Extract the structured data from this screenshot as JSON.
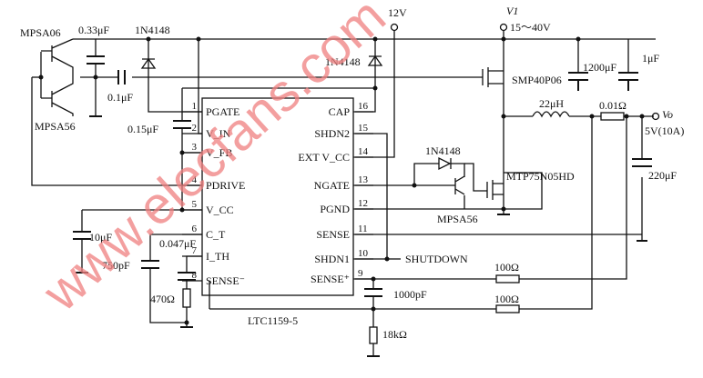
{
  "ic": {
    "name": "LTC1159-5",
    "left_pins": [
      {
        "num": "1",
        "label": "PGATE"
      },
      {
        "num": "2",
        "label": "V_IN"
      },
      {
        "num": "3",
        "label": "V_FB"
      },
      {
        "num": "4",
        "label": "PDRIVE"
      },
      {
        "num": "5",
        "label": "V_CC"
      },
      {
        "num": "6",
        "label": "C_T"
      },
      {
        "num": "7",
        "label": "I_TH"
      },
      {
        "num": "8",
        "label": "SENSE⁻"
      }
    ],
    "right_pins": [
      {
        "num": "16",
        "label": "CAP"
      },
      {
        "num": "15",
        "label": "SHDN2"
      },
      {
        "num": "14",
        "label": "EXT V_CC"
      },
      {
        "num": "13",
        "label": "NGATE"
      },
      {
        "num": "12",
        "label": "PGND"
      },
      {
        "num": "11",
        "label": "SENSE"
      },
      {
        "num": "10",
        "label": "SHDN1"
      },
      {
        "num": "9",
        "label": "SENSE⁺"
      }
    ]
  },
  "components": {
    "q1": "MPSA06",
    "q2": "MPSA56",
    "c1": "0.33μF",
    "d1": "1N4148",
    "c2": "0.1μF",
    "c3": "0.15μF",
    "d2": "1N4148",
    "supply12": "12V",
    "v1": "V1",
    "v1_range": "15～40V",
    "c4": "1200μF",
    "c5": "1μF",
    "m1": "SMP40P06",
    "l1": "22μH",
    "rs": "0.01Ω",
    "vo": "Vo",
    "vo_spec": "5V(10A)",
    "c6": "220μF",
    "d3": "1N4148",
    "m2": "MTP75N05HD",
    "q3": "MPSA56",
    "c7": "10μF",
    "c8": "0.047μF",
    "c9": "750pF",
    "r1": "470Ω",
    "shutdown": "SHUTDOWN",
    "r2": "100Ω",
    "r3": "100Ω",
    "c10": "1000pF",
    "r4": "18kΩ"
  },
  "watermark": "www.elecfans.com"
}
